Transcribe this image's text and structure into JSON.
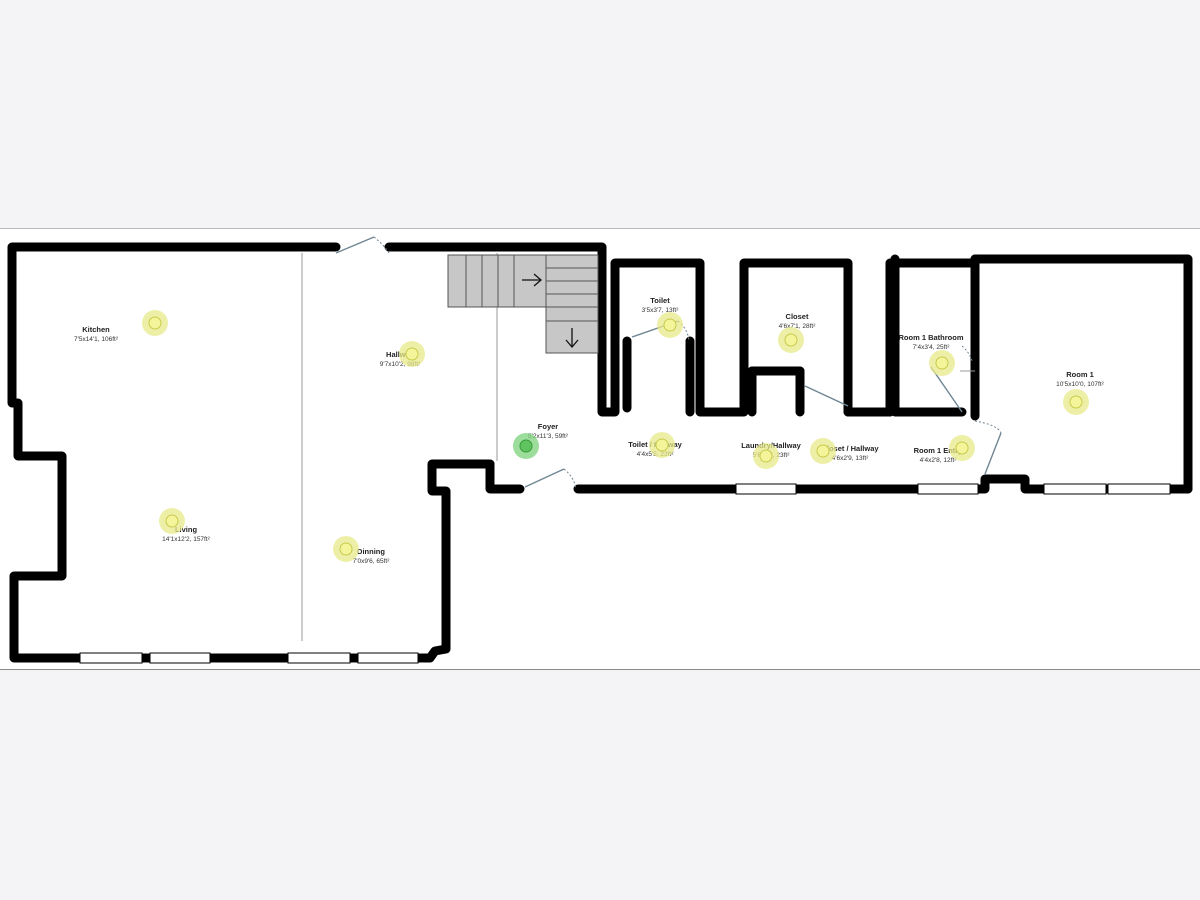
{
  "rooms": [
    {
      "id": "kitchen",
      "name": "Kitchen",
      "dims": "7'5x14'1, 106ft²"
    },
    {
      "id": "hallway",
      "name": "Hallway",
      "dims": "9'7x10'2, 98ft²"
    },
    {
      "id": "living",
      "name": "Living",
      "dims": "14'1x12'2, 157ft²"
    },
    {
      "id": "dinning",
      "name": "Dinning",
      "dims": "7'0x9'6, 65ft²"
    },
    {
      "id": "foyer",
      "name": "Foyer",
      "dims": "5'2x11'3, 59ft²"
    },
    {
      "id": "toilet",
      "name": "Toilet",
      "dims": "3'5x3'7, 13ft²"
    },
    {
      "id": "toilet-hallway",
      "name": "Toilet / Hallway",
      "dims": "4'4x5'5, 23ft²"
    },
    {
      "id": "closet",
      "name": "Closet",
      "dims": "4'6x7'1, 28ft²"
    },
    {
      "id": "laundry-hallway",
      "name": "Laundry/Hallway",
      "dims": "5'6x5'3, 23ft²"
    },
    {
      "id": "closet-hallway",
      "name": "Closet / Hallway",
      "dims": "4'6x2'9, 13ft²"
    },
    {
      "id": "room1-bathroom",
      "name": "Room 1 Bathroom",
      "dims": "7'4x3'4, 25ft²"
    },
    {
      "id": "room1-entry",
      "name": "Room 1 Entry",
      "dims": "4'4x2'8, 12ft²"
    },
    {
      "id": "room1",
      "name": "Room 1",
      "dims": "10'5x10'0, 107ft²"
    }
  ],
  "markers": {
    "active_color": "#5fc45f",
    "inactive_color": "#f4f59a",
    "active_room": "foyer"
  }
}
